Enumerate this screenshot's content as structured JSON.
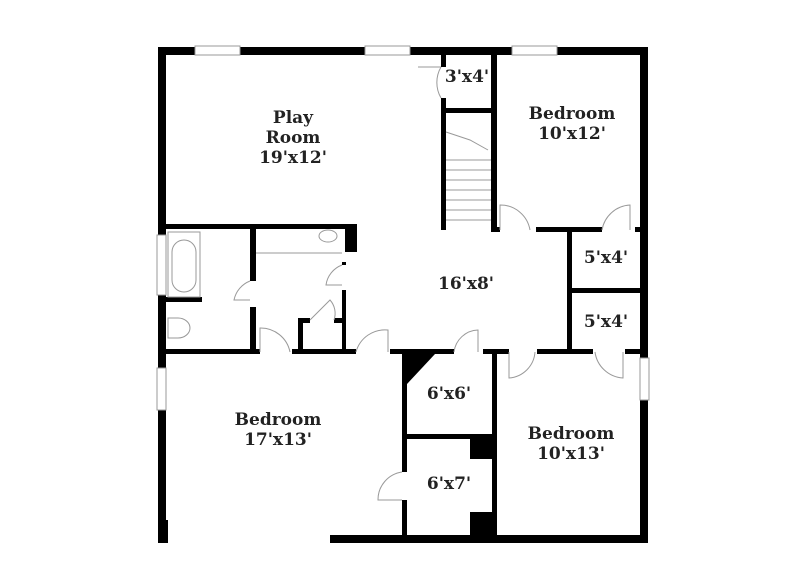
{
  "colors": {
    "wall": "#000000",
    "fixture_line": "#999999",
    "background": "#ffffff"
  },
  "rooms": [
    {
      "name": "Play\nRoom",
      "line1": "Play",
      "line2": "Room",
      "size": "19'x12'"
    },
    {
      "name": "",
      "size": "3'x4'"
    },
    {
      "name": "Bedroom",
      "size": "10'x12'"
    },
    {
      "name": "",
      "size": "16'x8'"
    },
    {
      "name": "",
      "size": "5'x4'"
    },
    {
      "name": "",
      "size": "5'x4'"
    },
    {
      "name": "",
      "size": "6'x6'"
    },
    {
      "name": "",
      "size": "6'x7'"
    },
    {
      "name": "Bedroom",
      "size": "17'x13'"
    },
    {
      "name": "Bedroom",
      "size": "10'x13'"
    }
  ]
}
